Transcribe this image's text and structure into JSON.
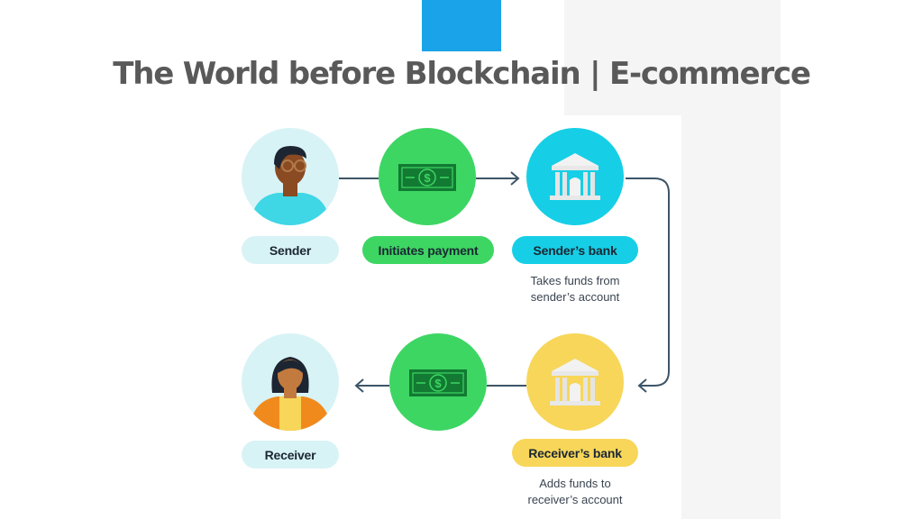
{
  "slide": {
    "title": "The World before Blockchain | E-commerce"
  },
  "diagram": {
    "nodes": {
      "sender": {
        "label": "Sender"
      },
      "initiates_payment": {
        "label": "Initiates payment"
      },
      "senders_bank": {
        "label": "Sender’s bank",
        "note_line1": "Takes funds from",
        "note_line2": "sender’s account"
      },
      "receivers_bank": {
        "label": "Receiver’s bank",
        "note_line1": "Adds funds to",
        "note_line2": "receiver’s account"
      },
      "transfer": {
        "label": ""
      },
      "receiver": {
        "label": "Receiver"
      }
    },
    "icons": {
      "money": "$",
      "sender": "person-glasses-icon",
      "bank": "bank-icon",
      "receiver": "person-woman-icon"
    },
    "colors": {
      "accent_blue": "#1aa3e8",
      "green": "#3dd663",
      "cyan": "#16cfe6",
      "yellow": "#f7d65a",
      "pale_cyan": "#d8f3f6",
      "arrow": "#3d5568"
    }
  }
}
